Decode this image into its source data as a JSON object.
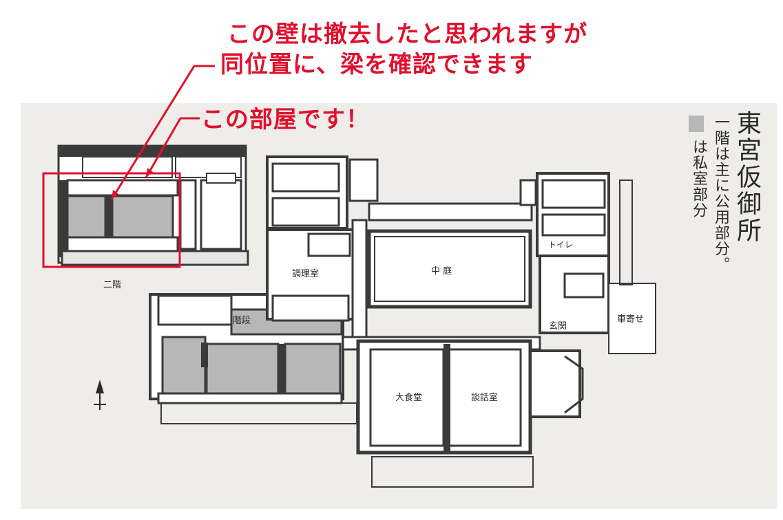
{
  "annotations": {
    "line1": "この壁は撤去したと思われますが",
    "line2": "同位置に、梁を確認できます",
    "line3": "この部屋です！"
  },
  "title": {
    "main": "東宮仮御所",
    "sub1": "一階は主に公用部分。",
    "sub2": "は私室部分"
  },
  "rooms": {
    "second_floor": "二階",
    "kitchen": "調理室",
    "courtyard": "中 庭",
    "stairs": "階段",
    "toilet": "トイレ",
    "entrance": "玄関",
    "carriage_porch": "車寄せ",
    "dining_hall": "大食堂",
    "salon": "談話室"
  },
  "colors": {
    "annotation_red": "#e0102d",
    "wall": "#3a3a3a",
    "private_fill": "#b7b7b7",
    "background": "#efedea"
  },
  "icons": {
    "north_arrow": "north-arrow-icon"
  }
}
